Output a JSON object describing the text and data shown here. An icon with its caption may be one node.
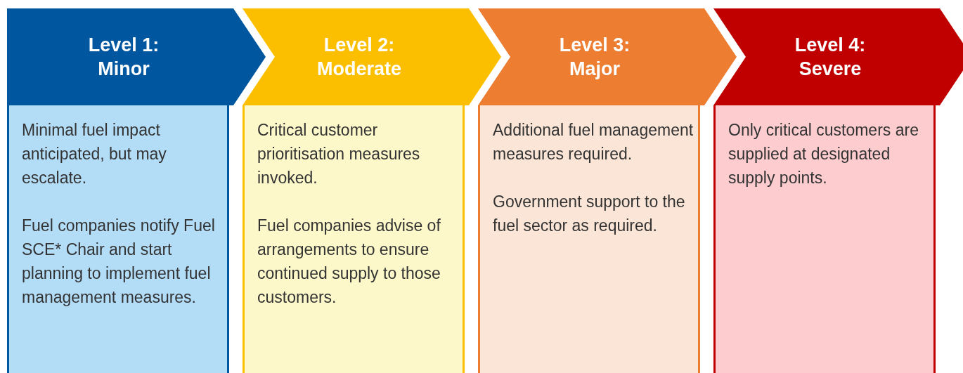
{
  "diagram": {
    "nodes": [
      {
        "text": [
          "Level 1: Minor"
        ]
      },
      {
        "text": [
          "Level 2: Moderate"
        ]
      },
      {
        "text": [
          "Level 3: Major"
        ]
      },
      {
        "text": [
          "Level 4: Severe"
        ]
      },
      {
        "text": [
          "Minimal fuel impact anticipated, but may escalate.",
          "Fuel companies notify Fuel SCE* Chair and start planning to implement fuel management measures."
        ]
      },
      {
        "text": [
          "Critical customer prioritisation measures invoked.",
          "Fuel companies advise of arrangements to ensure continued supply to those customers."
        ]
      },
      {
        "text": [
          "Additional fuel management measures required.",
          "Government support to the fuel sector as required."
        ]
      },
      {
        "text": [
          "Only critical customers are supplied at designated supply points."
        ]
      }
    ]
  }
}
